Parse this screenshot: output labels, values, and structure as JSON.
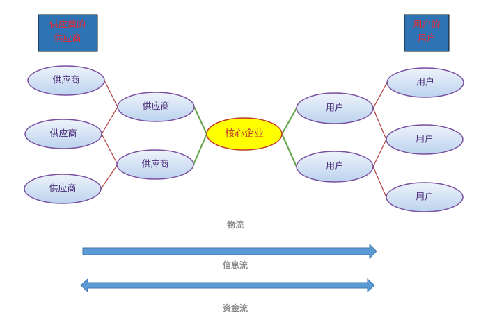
{
  "legend_boxes": {
    "left": "供应商的\n供应商",
    "left_line1": "供应商的",
    "left_line2": "供应商",
    "right_line1": "用户的",
    "right_line2": "用户"
  },
  "suppliers_tier2": [
    "供应商",
    "供应商",
    "供应商"
  ],
  "suppliers_tier1": [
    "供应商",
    "供应商"
  ],
  "core": "核心企业",
  "users_tier1": [
    "用户",
    "用户"
  ],
  "users_tier2": [
    "用户",
    "用户",
    "用户"
  ],
  "flows": {
    "material": "物流",
    "information": "信息流",
    "capital": "资金流"
  },
  "colors": {
    "box_fill": "#2e74b5",
    "core_fill": "#ffff00",
    "arrow_fill": "#5b9bd5"
  }
}
